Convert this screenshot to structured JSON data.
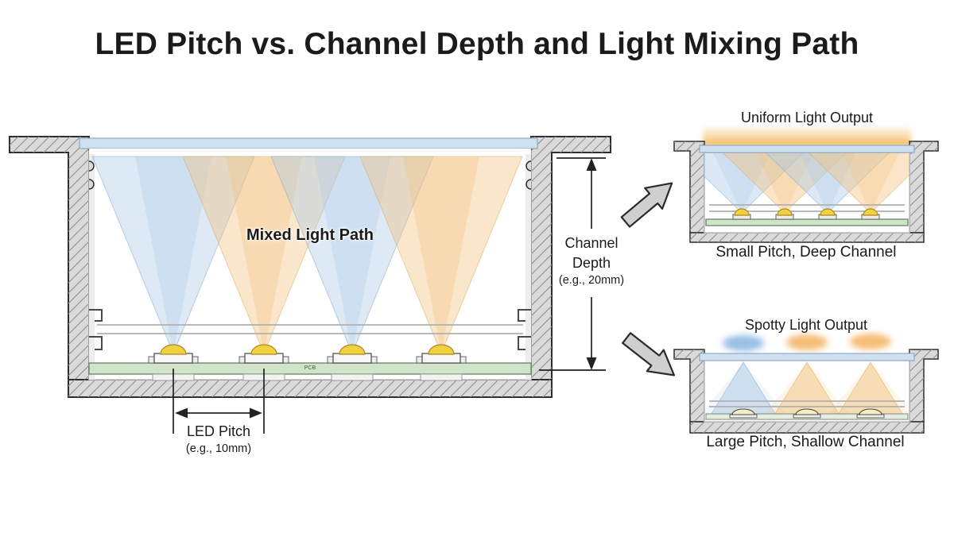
{
  "title": "LED Pitch vs. Channel Depth and Light Mixing Path",
  "main_diagram": {
    "mixed_light_path_label": "Mixed Light Path",
    "pcb_label": "PCB",
    "channel_depth_label": "Channel Depth",
    "channel_depth_example": "(e.g., 20mm)",
    "led_pitch_label": "LED Pitch",
    "led_pitch_example": "(e.g., 10mm)",
    "led_count": 4
  },
  "deep_channel_diagram": {
    "header": "Uniform Light Output",
    "caption": "Small Pitch, Deep Channel",
    "led_count": 4
  },
  "shallow_channel_diagram": {
    "header": "Spotty Light Output",
    "caption": "Large Pitch, Shallow Channel",
    "led_count": 3
  },
  "colors": {
    "background": "#ffffff",
    "text": "#1b1b1b",
    "metal_fill": "#dadada",
    "metal_outline": "#2e2e2e",
    "hatch_line": "#8f8f8f",
    "diffuser": "#cfe1f1",
    "cavity_border": "#c2c2c2",
    "pcb_fill": "#cfe4c9",
    "pcb_border": "#6e8e66",
    "led_dome": "#f2d23c",
    "cone_blue": "#a9c9e6",
    "cone_orange": "#f3c17c",
    "glow_orange": "#f4b261",
    "glow_blue": "#76abdc",
    "dimension": "#222222",
    "arrow_fill": "#cfcfcf"
  }
}
